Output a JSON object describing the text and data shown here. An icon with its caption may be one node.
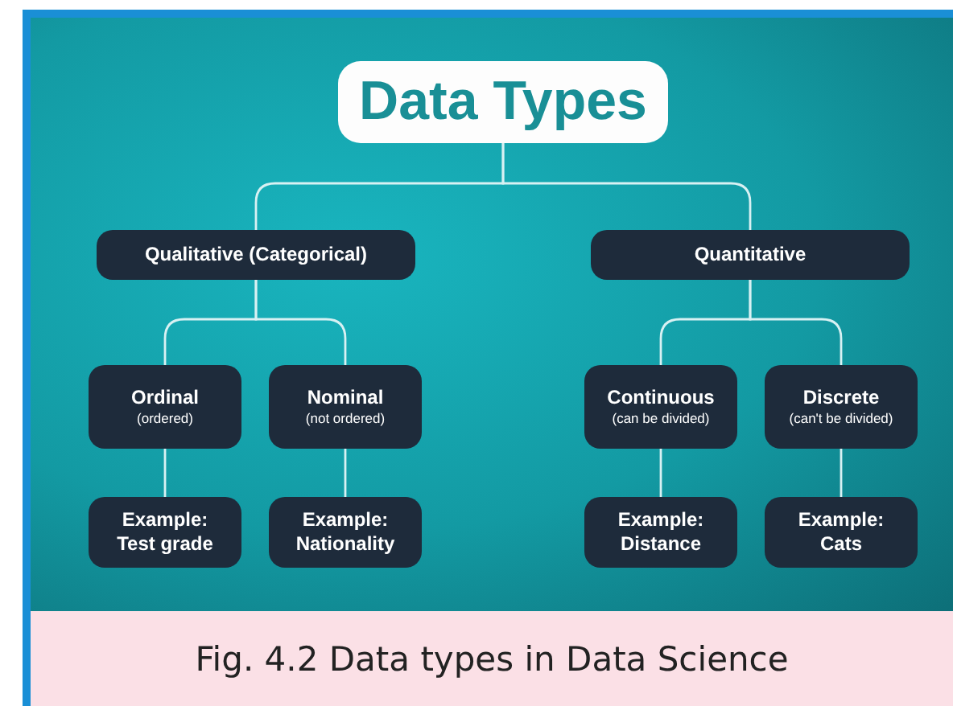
{
  "diagram": {
    "caption": "Fig. 4.2 Data types in Data Science",
    "nodes": [
      {
        "text": [
          "Data Types"
        ]
      },
      {
        "text": [
          "Qualitative (Categorical)"
        ]
      },
      {
        "text": [
          "Quantitative"
        ]
      },
      {
        "text": [
          "Ordinal",
          "(ordered)"
        ]
      },
      {
        "text": [
          "Nominal",
          "(not ordered)"
        ]
      },
      {
        "text": [
          "Continuous",
          "(can be divided)"
        ]
      },
      {
        "text": [
          "Discrete",
          "(can't be divided)"
        ]
      },
      {
        "text": [
          "Example:",
          "Test grade"
        ]
      },
      {
        "text": [
          "Example:",
          "Nationality"
        ]
      },
      {
        "text": [
          "Example:",
          "Distance"
        ]
      },
      {
        "text": [
          "Example:",
          "Cats"
        ]
      }
    ],
    "edges": [
      {
        "from": 0,
        "to": 1,
        "arrow": "none"
      },
      {
        "from": 0,
        "to": 2,
        "arrow": "none"
      },
      {
        "from": 1,
        "to": 3,
        "arrow": "none"
      },
      {
        "from": 1,
        "to": 4,
        "arrow": "none"
      },
      {
        "from": 2,
        "to": 5,
        "arrow": "none"
      },
      {
        "from": 2,
        "to": 6,
        "arrow": "none"
      },
      {
        "from": 3,
        "to": 7,
        "arrow": "none"
      },
      {
        "from": 4,
        "to": 8,
        "arrow": "none"
      },
      {
        "from": 5,
        "to": 9,
        "arrow": "none"
      },
      {
        "from": 6,
        "to": 10,
        "arrow": "none"
      }
    ]
  }
}
